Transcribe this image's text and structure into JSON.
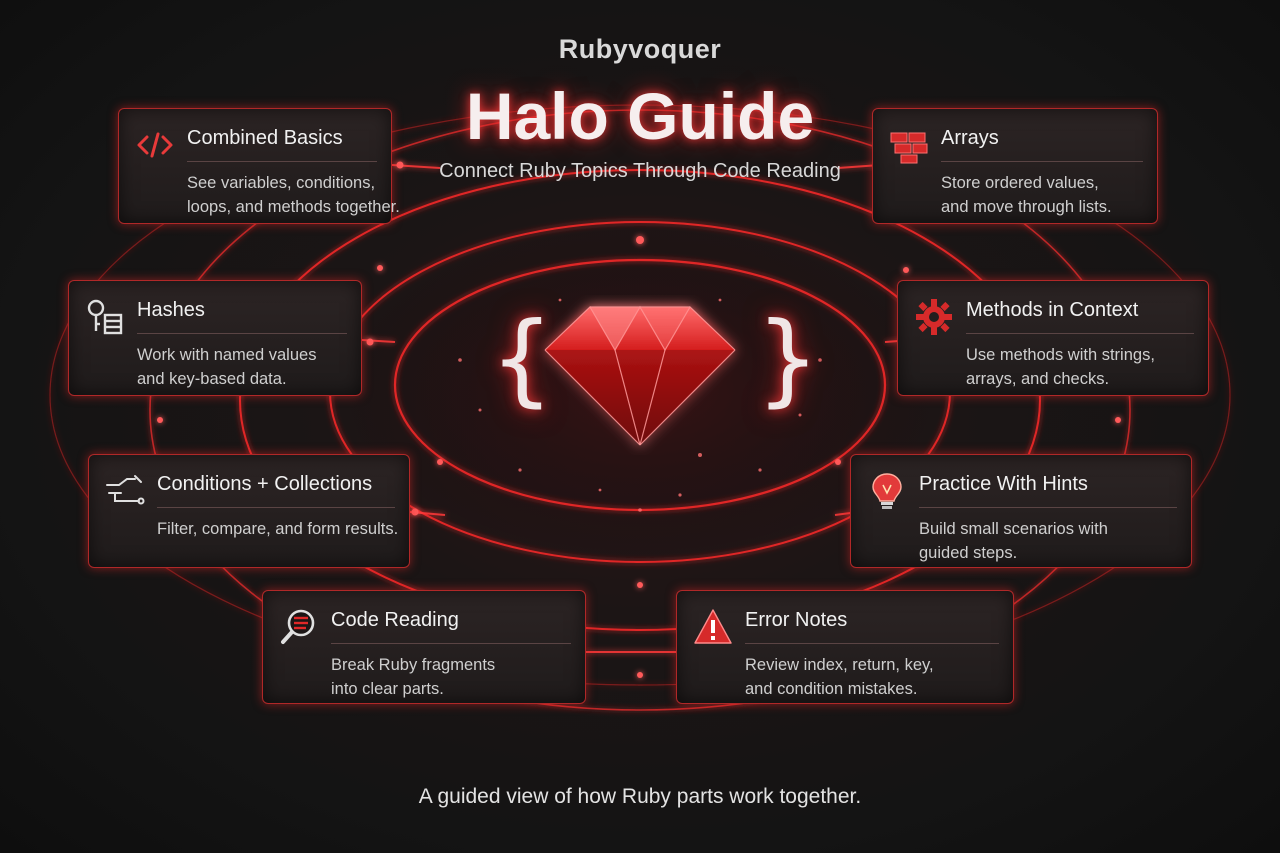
{
  "header": {
    "brand": "Rubyvoquer",
    "title": "Halo Guide",
    "subtitle": "Connect Ruby Topics Through Code Reading"
  },
  "center": {
    "brace_left": "{",
    "brace_right": "}",
    "gem_icon": "ruby-gem-icon"
  },
  "cards": [
    {
      "id": "combined-basics",
      "icon": "code-brackets-icon",
      "title": "Combined Basics",
      "desc": [
        "See variables, conditions,",
        "loops, and methods together."
      ]
    },
    {
      "id": "arrays",
      "icon": "stacked-blocks-icon",
      "title": "Arrays",
      "desc": [
        "Store ordered values,",
        "and move through lists."
      ]
    },
    {
      "id": "hashes",
      "icon": "key-table-icon",
      "title": "Hashes",
      "desc": [
        "Work with named values",
        "and key-based data."
      ]
    },
    {
      "id": "methods-in-context",
      "icon": "gear-icon",
      "title": "Methods in Context",
      "desc": [
        "Use methods with strings,",
        "arrays, and checks."
      ]
    },
    {
      "id": "conditions-collections",
      "icon": "branch-flow-icon",
      "title": "Conditions + Collections",
      "desc": [
        "Filter, compare, and form results."
      ]
    },
    {
      "id": "practice-with-hints",
      "icon": "lightbulb-icon",
      "title": "Practice With Hints",
      "desc": [
        "Build small scenarios with",
        "guided steps."
      ]
    },
    {
      "id": "code-reading",
      "icon": "magnifier-icon",
      "title": "Code Reading",
      "desc": [
        "Break Ruby fragments",
        "into clear parts."
      ]
    },
    {
      "id": "error-notes",
      "icon": "warning-icon",
      "title": "Error Notes",
      "desc": [
        "Review index, return, key,",
        "and condition mistakes."
      ]
    }
  ],
  "footer": {
    "tagline": "A guided view of how Ruby parts work together."
  },
  "colors": {
    "accent": "#e02828",
    "glow": "#ff3a3a",
    "card_bg": "#241e1e",
    "text": "#e9e9e9"
  }
}
